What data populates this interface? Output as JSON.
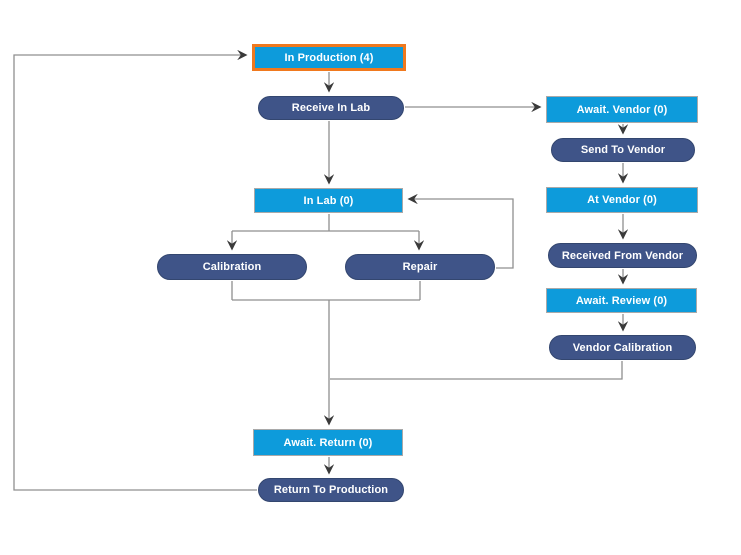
{
  "diagram": {
    "colors": {
      "status_fill": "#0d9bdb",
      "action_fill": "#3f5488",
      "highlight_border": "#f0791e",
      "connector": "#8f8f8f",
      "arrowhead": "#3a3a3a"
    },
    "nodes": {
      "in_production": {
        "label": "In Production (4)",
        "type": "status",
        "count": 4,
        "highlighted": true
      },
      "receive_in_lab": {
        "label": "Receive In Lab",
        "type": "action"
      },
      "await_vendor": {
        "label": "Await. Vendor (0)",
        "type": "status",
        "count": 0
      },
      "send_to_vendor": {
        "label": "Send To Vendor",
        "type": "action"
      },
      "at_vendor": {
        "label": "At Vendor (0)",
        "type": "status",
        "count": 0
      },
      "received_from_vendor": {
        "label": "Received From Vendor",
        "type": "action"
      },
      "await_review": {
        "label": "Await. Review (0)",
        "type": "status",
        "count": 0
      },
      "vendor_calibration": {
        "label": "Vendor Calibration",
        "type": "action"
      },
      "in_lab": {
        "label": "In Lab (0)",
        "type": "status",
        "count": 0
      },
      "calibration": {
        "label": "Calibration",
        "type": "action"
      },
      "repair": {
        "label": "Repair",
        "type": "action"
      },
      "await_return": {
        "label": "Await. Return (0)",
        "type": "status",
        "count": 0
      },
      "return_to_production": {
        "label": "Return To Production",
        "type": "action"
      }
    },
    "edges": [
      {
        "from": "in_production",
        "to": "receive_in_lab"
      },
      {
        "from": "receive_in_lab",
        "to": "await_vendor"
      },
      {
        "from": "receive_in_lab",
        "to": "in_lab"
      },
      {
        "from": "in_lab",
        "to": "calibration"
      },
      {
        "from": "in_lab",
        "to": "repair"
      },
      {
        "from": "calibration",
        "to": "await_return"
      },
      {
        "from": "repair",
        "to": "await_return"
      },
      {
        "from": "repair",
        "to": "in_lab"
      },
      {
        "from": "vendor_calibration",
        "to": "await_return"
      },
      {
        "from": "await_return",
        "to": "return_to_production"
      },
      {
        "from": "return_to_production",
        "to": "in_production"
      },
      {
        "from": "await_vendor",
        "to": "send_to_vendor"
      },
      {
        "from": "send_to_vendor",
        "to": "at_vendor"
      },
      {
        "from": "at_vendor",
        "to": "received_from_vendor"
      },
      {
        "from": "received_from_vendor",
        "to": "await_review"
      },
      {
        "from": "await_review",
        "to": "vendor_calibration"
      }
    ]
  }
}
